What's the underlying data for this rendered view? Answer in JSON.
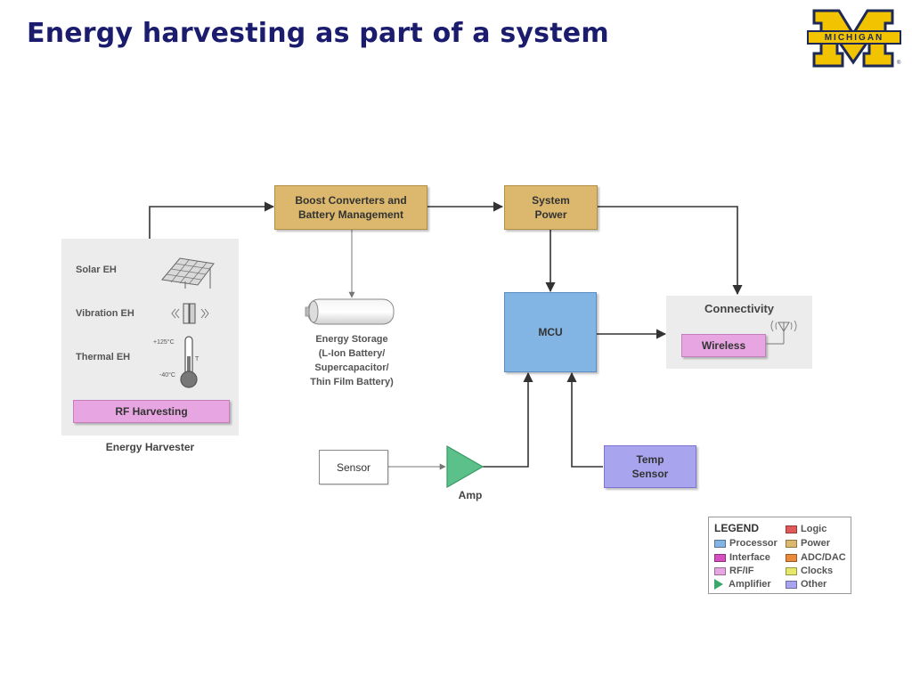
{
  "slide": {
    "title": "Energy harvesting as part of a system"
  },
  "logo": {
    "text": "MICHIGAN",
    "colors": {
      "maize": "#f2c300",
      "blue": "#1e2a55"
    }
  },
  "diagram": {
    "energy_harvester": {
      "caption": "Energy Harvester",
      "sources": [
        {
          "label": "Solar EH",
          "icon": "solar-panel-icon"
        },
        {
          "label": "Vibration EH",
          "icon": "vibration-icon"
        },
        {
          "label": "Thermal EH",
          "icon": "thermometer-icon",
          "temp_high": "+125°C",
          "temp_low": "-40°C",
          "temp_mark": "T"
        }
      ],
      "rf_harvesting": "RF Harvesting"
    },
    "boost_converters": {
      "line1": "Boost Converters and",
      "line2": "Battery Management"
    },
    "system_power": {
      "line1": "System",
      "line2": "Power"
    },
    "energy_storage": {
      "icon": "battery-icon",
      "lines": [
        "Energy Storage",
        "(L-Ion Battery/",
        "Supercapacitor/",
        "Thin Film Battery)"
      ]
    },
    "mcu": "MCU",
    "connectivity": {
      "title": "Connectivity",
      "wireless": "Wireless",
      "icon": "antenna-icon"
    },
    "sensor": "Sensor",
    "amp": "Amp",
    "temp_sensor": {
      "line1": "Temp",
      "line2": "Sensor"
    }
  },
  "legend": {
    "title": "LEGEND",
    "left": [
      {
        "label": "Processor",
        "color": "#82b4e4"
      },
      {
        "label": "Interface",
        "color": "#d64fc0"
      },
      {
        "label": "RF/IF",
        "color": "#e7a6e1"
      },
      {
        "label": "Amplifier",
        "color": "#3aa86b",
        "shape": "triangle"
      }
    ],
    "right": [
      {
        "label": "Logic",
        "color": "#e05a5a"
      },
      {
        "label": "Power",
        "color": "#dbb86e"
      },
      {
        "label": "ADC/DAC",
        "color": "#ea8a3a"
      },
      {
        "label": "Clocks",
        "color": "#e6e86a"
      },
      {
        "label": "Other",
        "color": "#a8a4ee"
      }
    ]
  }
}
